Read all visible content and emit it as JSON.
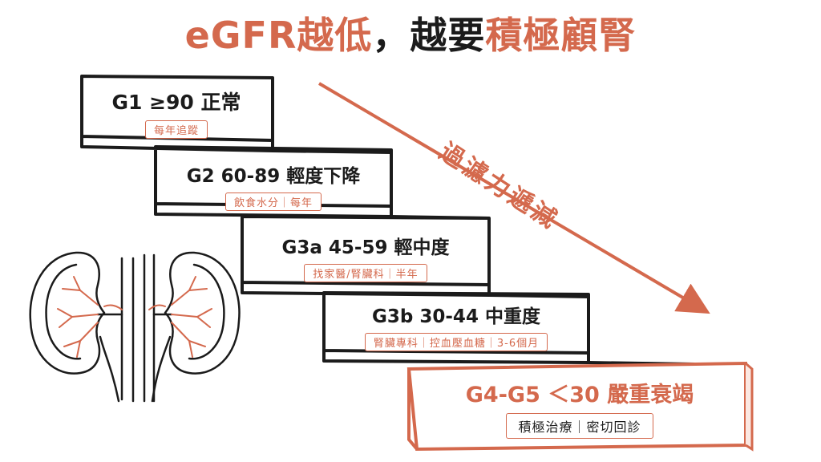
{
  "colors": {
    "accent": "#d4694d",
    "dark": "#1b1b1b"
  },
  "title": {
    "part1": "eGFR越低",
    "part2": "，越要",
    "part3": "積極顧腎"
  },
  "arrow_label": "過濾力遞減",
  "illustration_icon": "kidney-icon",
  "stages": [
    {
      "label": "G1 ≥90 正常",
      "action": "每年追蹤"
    },
    {
      "label": "G2 60-89 輕度下降",
      "action": "飲食水分｜每年"
    },
    {
      "label": "G3a 45-59 輕中度",
      "action": "找家醫/腎臟科｜半年"
    },
    {
      "label": "G3b 30-44 中重度",
      "action": "腎臟專科｜控血壓血糖｜3-6個月"
    },
    {
      "label": "G4-G5 ＜30 嚴重衰竭",
      "action": "積極治療｜密切回診"
    }
  ]
}
